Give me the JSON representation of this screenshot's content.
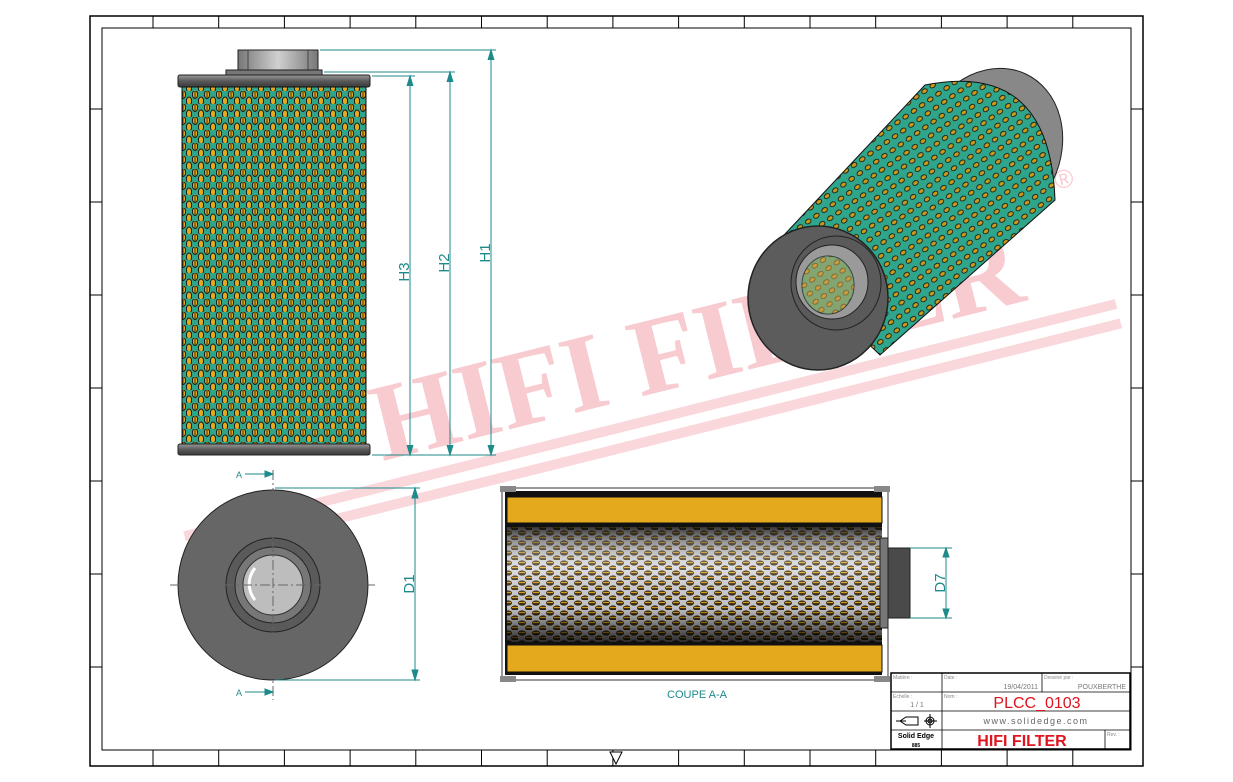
{
  "drawing": {
    "dimensions": {
      "h1": "H1",
      "h2": "H2",
      "h3": "H3",
      "d1": "D1",
      "d7": "D7"
    },
    "section_marker": "A",
    "section_title": "COUPE A-A"
  },
  "watermark": {
    "text": "HIFI FILTER",
    "registered": "®"
  },
  "title_block": {
    "material_label": "Matière :",
    "date_label": "Date :",
    "date_value": "19/04/2011",
    "drawn_by_label": "Dessiné par :",
    "drawn_by_value": "POUXBERTHE",
    "scale_label": "Echelle :",
    "scale_value": "1 / 1",
    "name_label": "Nom :",
    "part_number": "PLCC_0103",
    "website": "www.solidedge.com",
    "software": "Solid Edge",
    "software_sub": "885",
    "company": "HIFI FILTER",
    "rev_label": "Rev. :"
  },
  "colors": {
    "dimension": "#1e8a8a",
    "brand_red": "#e0141e",
    "media_green": "#2fa58c",
    "media_yellow": "#e4a91c"
  }
}
